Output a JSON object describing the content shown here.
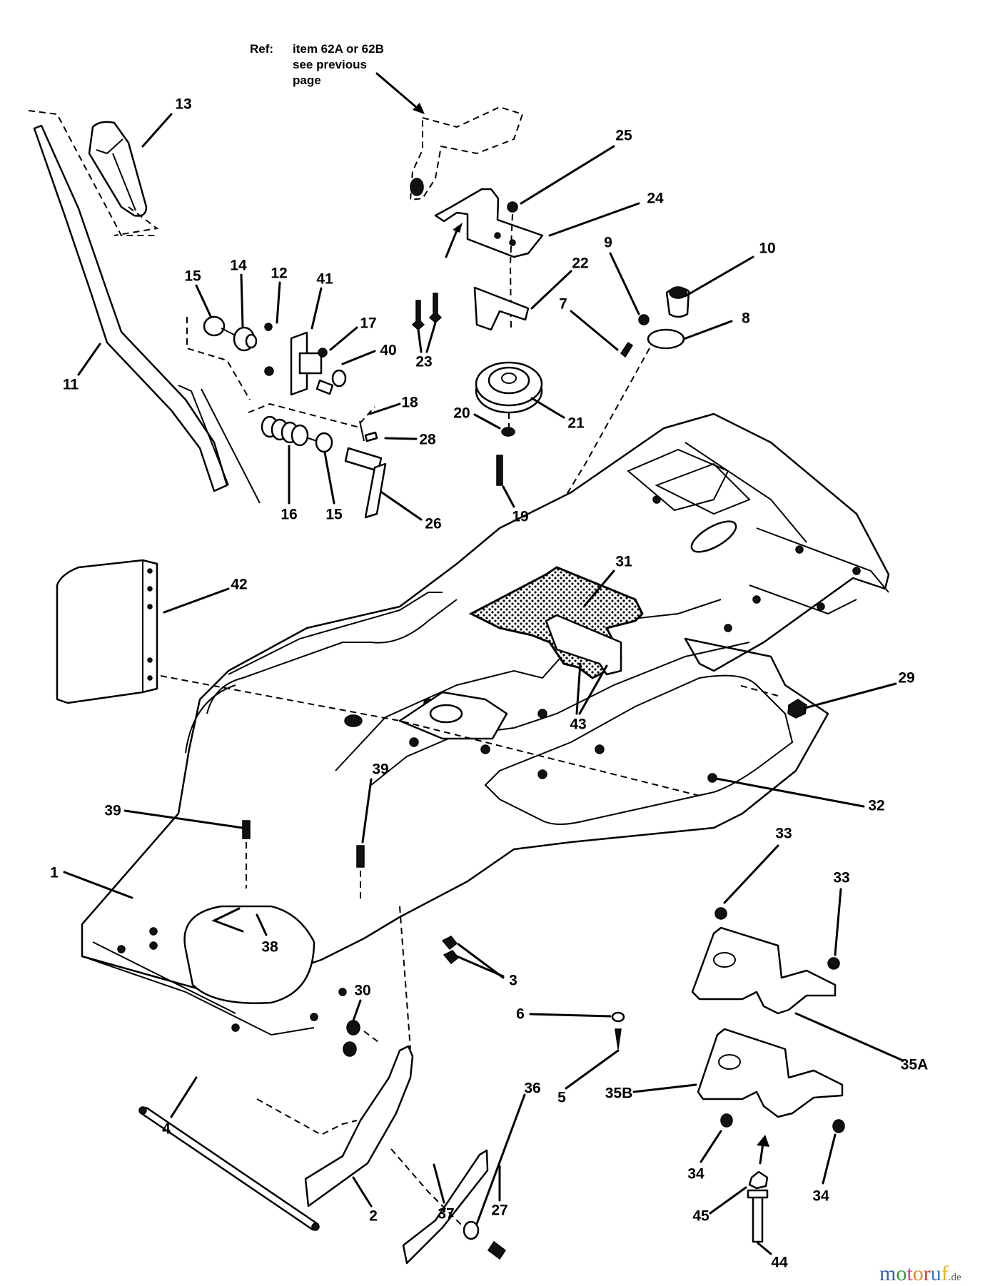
{
  "reference_note": {
    "prefix": "Ref:",
    "line1": "item 62A or 62B",
    "line2": "see previous",
    "line3": "page"
  },
  "callouts": [
    {
      "id": "c13",
      "label": "13",
      "part": "handle-grip"
    },
    {
      "id": "c25",
      "label": "25",
      "part": "nut"
    },
    {
      "id": "c24",
      "label": "24",
      "part": "idler-bracket"
    },
    {
      "id": "c9",
      "label": "9",
      "part": "nut"
    },
    {
      "id": "c10",
      "label": "10",
      "part": "bumper"
    },
    {
      "id": "c15a",
      "label": "15",
      "part": "washer"
    },
    {
      "id": "c14",
      "label": "14",
      "part": "bushing"
    },
    {
      "id": "c12",
      "label": "12",
      "part": "screw"
    },
    {
      "id": "c41",
      "label": "41",
      "part": "bracket"
    },
    {
      "id": "c22",
      "label": "22",
      "part": "belt-guide"
    },
    {
      "id": "c7",
      "label": "7",
      "part": "bolt"
    },
    {
      "id": "c8",
      "label": "8",
      "part": "plate"
    },
    {
      "id": "c17",
      "label": "17",
      "part": "nut"
    },
    {
      "id": "c40",
      "label": "40",
      "part": "bushing"
    },
    {
      "id": "c23",
      "label": "23",
      "part": "screws"
    },
    {
      "id": "c11",
      "label": "11",
      "part": "lever"
    },
    {
      "id": "c18",
      "label": "18",
      "part": "cotter-pin"
    },
    {
      "id": "c20",
      "label": "20",
      "part": "washer"
    },
    {
      "id": "c21",
      "label": "21",
      "part": "idler-pulley"
    },
    {
      "id": "c28",
      "label": "28",
      "part": "pin"
    },
    {
      "id": "c16",
      "label": "16",
      "part": "spring"
    },
    {
      "id": "c15b",
      "label": "15",
      "part": "washer"
    },
    {
      "id": "c19",
      "label": "19",
      "part": "bolt"
    },
    {
      "id": "c26",
      "label": "26",
      "part": "arm"
    },
    {
      "id": "c31",
      "label": "31",
      "part": "footpad"
    },
    {
      "id": "c42",
      "label": "42",
      "part": "panel"
    },
    {
      "id": "c29",
      "label": "29",
      "part": "bolt"
    },
    {
      "id": "c43",
      "label": "43",
      "part": "bracket"
    },
    {
      "id": "c39a",
      "label": "39",
      "part": "screw"
    },
    {
      "id": "c39b",
      "label": "39",
      "part": "screw"
    },
    {
      "id": "c32",
      "label": "32",
      "part": "footrest-mat"
    },
    {
      "id": "c33a",
      "label": "33",
      "part": "nut"
    },
    {
      "id": "c33b",
      "label": "33",
      "part": "nut"
    },
    {
      "id": "c1",
      "label": "1",
      "part": "frame"
    },
    {
      "id": "c38",
      "label": "38",
      "part": "clip"
    },
    {
      "id": "c3",
      "label": "3",
      "part": "bolts"
    },
    {
      "id": "c30",
      "label": "30",
      "part": "nuts"
    },
    {
      "id": "c6",
      "label": "6",
      "part": "washer"
    },
    {
      "id": "c35a",
      "label": "35A",
      "part": "axle-bracket"
    },
    {
      "id": "c36",
      "label": "36",
      "part": "spacer"
    },
    {
      "id": "c5",
      "label": "5",
      "part": "screw"
    },
    {
      "id": "c35b",
      "label": "35B",
      "part": "axle-bracket"
    },
    {
      "id": "c4",
      "label": "4",
      "part": "rod"
    },
    {
      "id": "c34a",
      "label": "34",
      "part": "nut"
    },
    {
      "id": "c34b",
      "label": "34",
      "part": "nut"
    },
    {
      "id": "c45",
      "label": "45",
      "part": "nut"
    },
    {
      "id": "c2",
      "label": "2",
      "part": "brace"
    },
    {
      "id": "c37",
      "label": "37",
      "part": "plate"
    },
    {
      "id": "c27",
      "label": "27",
      "part": "bolt"
    },
    {
      "id": "c44",
      "label": "44",
      "part": "pivot-bolt"
    }
  ],
  "watermark": {
    "m": "m",
    "o1": "o",
    "t": "t",
    "o2": "o",
    "r": "r",
    "u": "u",
    "f": "f",
    "suffix": ".de",
    "colors": [
      "#3a5fb0",
      "#2f9a3a",
      "#e0408a",
      "#e88a1a",
      "#d13c2b",
      "#3b74c8",
      "#e9b21b"
    ]
  }
}
